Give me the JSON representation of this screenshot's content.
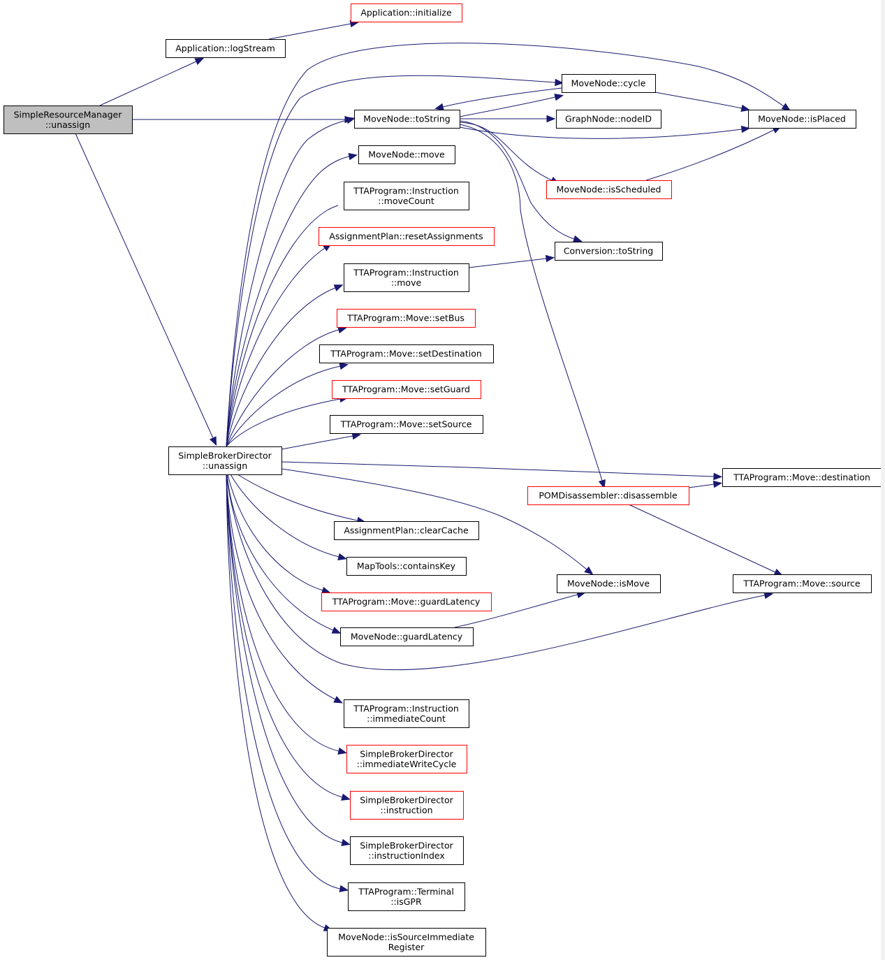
{
  "diagram": {
    "nodes": [
      {
        "id": "srm_unassign",
        "lines": [
          "SimpleResourceManager",
          "::unassign"
        ],
        "style": "root"
      },
      {
        "id": "app_initialize",
        "lines": [
          "Application::initialize"
        ],
        "style": "red"
      },
      {
        "id": "app_logstream",
        "lines": [
          "Application::logStream"
        ],
        "style": "normal"
      },
      {
        "id": "mn_cycle",
        "lines": [
          "MoveNode::cycle"
        ],
        "style": "normal"
      },
      {
        "id": "mn_tostring",
        "lines": [
          "MoveNode::toString"
        ],
        "style": "normal"
      },
      {
        "id": "mn_isplaced",
        "lines": [
          "MoveNode::isPlaced"
        ],
        "style": "normal"
      },
      {
        "id": "gn_nodeid",
        "lines": [
          "GraphNode::nodeID"
        ],
        "style": "normal"
      },
      {
        "id": "mn_move",
        "lines": [
          "MoveNode::move"
        ],
        "style": "normal"
      },
      {
        "id": "mn_isscheduled",
        "lines": [
          "MoveNode::isScheduled"
        ],
        "style": "red"
      },
      {
        "id": "tta_instr_movecount",
        "lines": [
          "TTAProgram::Instruction",
          "::moveCount"
        ],
        "style": "normal"
      },
      {
        "id": "ap_reset",
        "lines": [
          "AssignmentPlan::resetAssignments"
        ],
        "style": "red"
      },
      {
        "id": "conv_tostring",
        "lines": [
          "Conversion::toString"
        ],
        "style": "normal"
      },
      {
        "id": "tta_instr_move",
        "lines": [
          "TTAProgram::Instruction",
          "::move"
        ],
        "style": "normal"
      },
      {
        "id": "tta_move_setbus",
        "lines": [
          "TTAProgram::Move::setBus"
        ],
        "style": "red"
      },
      {
        "id": "tta_move_setdest",
        "lines": [
          "TTAProgram::Move::setDestination"
        ],
        "style": "normal"
      },
      {
        "id": "tta_move_setguard",
        "lines": [
          "TTAProgram::Move::setGuard"
        ],
        "style": "red"
      },
      {
        "id": "tta_move_setsource",
        "lines": [
          "TTAProgram::Move::setSource"
        ],
        "style": "normal"
      },
      {
        "id": "sbd_unassign",
        "lines": [
          "SimpleBrokerDirector",
          "::unassign"
        ],
        "style": "normal"
      },
      {
        "id": "tta_move_dest",
        "lines": [
          "TTAProgram::Move::destination"
        ],
        "style": "normal"
      },
      {
        "id": "pom_disassemble",
        "lines": [
          "POMDisassembler::disassemble"
        ],
        "style": "red"
      },
      {
        "id": "ap_clearcache",
        "lines": [
          "AssignmentPlan::clearCache"
        ],
        "style": "normal"
      },
      {
        "id": "mt_containskey",
        "lines": [
          "MapTools::containsKey"
        ],
        "style": "normal"
      },
      {
        "id": "mn_ismove",
        "lines": [
          "MoveNode::isMove"
        ],
        "style": "normal"
      },
      {
        "id": "tta_move_source",
        "lines": [
          "TTAProgram::Move::source"
        ],
        "style": "normal"
      },
      {
        "id": "tta_move_guardlat",
        "lines": [
          "TTAProgram::Move::guardLatency"
        ],
        "style": "red"
      },
      {
        "id": "mn_guardlat",
        "lines": [
          "MoveNode::guardLatency"
        ],
        "style": "normal"
      },
      {
        "id": "tta_instr_immcount",
        "lines": [
          "TTAProgram::Instruction",
          "::immediateCount"
        ],
        "style": "normal"
      },
      {
        "id": "sbd_immwritecycle",
        "lines": [
          "SimpleBrokerDirector",
          "::immediateWriteCycle"
        ],
        "style": "red"
      },
      {
        "id": "sbd_instruction",
        "lines": [
          "SimpleBrokerDirector",
          "::instruction"
        ],
        "style": "red"
      },
      {
        "id": "sbd_instrindex",
        "lines": [
          "SimpleBrokerDirector",
          "::instructionIndex"
        ],
        "style": "normal"
      },
      {
        "id": "tta_term_isgpr",
        "lines": [
          "TTAProgram::Terminal",
          "::isGPR"
        ],
        "style": "normal"
      },
      {
        "id": "mn_issrcimmreg",
        "lines": [
          "MoveNode::isSourceImmediate",
          "Register"
        ],
        "style": "normal"
      }
    ],
    "edges": [
      [
        "srm_unassign",
        "app_logstream"
      ],
      [
        "srm_unassign",
        "mn_tostring"
      ],
      [
        "srm_unassign",
        "sbd_unassign"
      ],
      [
        "app_logstream",
        "app_initialize"
      ],
      [
        "mn_cycle",
        "mn_tostring"
      ],
      [
        "mn_cycle",
        "mn_isplaced"
      ],
      [
        "mn_tostring",
        "mn_cycle"
      ],
      [
        "mn_tostring",
        "gn_nodeid"
      ],
      [
        "mn_tostring",
        "mn_isplaced"
      ],
      [
        "mn_tostring",
        "mn_isscheduled"
      ],
      [
        "mn_tostring",
        "conv_tostring"
      ],
      [
        "mn_tostring",
        "pom_disassemble"
      ],
      [
        "mn_isscheduled",
        "mn_isplaced"
      ],
      [
        "tta_instr_move",
        "conv_tostring"
      ],
      [
        "pom_disassemble",
        "tta_move_dest"
      ],
      [
        "pom_disassemble",
        "tta_move_source"
      ],
      [
        "mn_guardlat",
        "mn_ismove"
      ],
      [
        "sbd_unassign",
        "mn_isplaced"
      ],
      [
        "sbd_unassign",
        "mn_cycle"
      ],
      [
        "sbd_unassign",
        "mn_tostring"
      ],
      [
        "sbd_unassign",
        "mn_move"
      ],
      [
        "sbd_unassign",
        "tta_instr_movecount"
      ],
      [
        "sbd_unassign",
        "ap_reset"
      ],
      [
        "sbd_unassign",
        "tta_instr_move"
      ],
      [
        "sbd_unassign",
        "tta_move_setbus"
      ],
      [
        "sbd_unassign",
        "tta_move_setdest"
      ],
      [
        "sbd_unassign",
        "tta_move_setguard"
      ],
      [
        "sbd_unassign",
        "tta_move_setsource"
      ],
      [
        "sbd_unassign",
        "tta_move_dest"
      ],
      [
        "sbd_unassign",
        "mn_ismove"
      ],
      [
        "sbd_unassign",
        "ap_clearcache"
      ],
      [
        "sbd_unassign",
        "mt_containskey"
      ],
      [
        "sbd_unassign",
        "tta_move_guardlat"
      ],
      [
        "sbd_unassign",
        "mn_guardlat"
      ],
      [
        "sbd_unassign",
        "tta_move_source"
      ],
      [
        "sbd_unassign",
        "tta_instr_immcount"
      ],
      [
        "sbd_unassign",
        "sbd_immwritecycle"
      ],
      [
        "sbd_unassign",
        "sbd_instruction"
      ],
      [
        "sbd_unassign",
        "sbd_instrindex"
      ],
      [
        "sbd_unassign",
        "tta_term_isgpr"
      ],
      [
        "sbd_unassign",
        "mn_issrcimmreg"
      ]
    ]
  }
}
